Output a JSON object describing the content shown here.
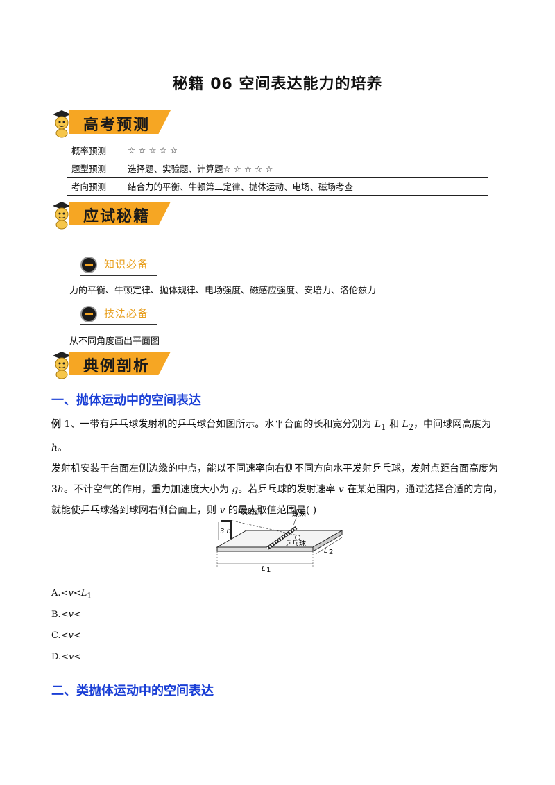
{
  "title": "秘籍 06  空间表达能力的培养",
  "banners": {
    "forecast": "高考预测",
    "secrets": "应试秘籍",
    "examples": "典例剖析"
  },
  "forecast_table": [
    {
      "label": "概率预测",
      "value": "☆ ☆ ☆ ☆ ☆"
    },
    {
      "label": "题型预测",
      "value": "选择题、实验题、计算题☆ ☆ ☆ ☆ ☆"
    },
    {
      "label": "考向预测",
      "value": "结合力的平衡、牛顿第二定律、抛体运动、电场、磁场考查"
    }
  ],
  "knowledge": {
    "heading": "知识必备",
    "text": "力的平衡、牛顿定律、抛体规律、电场强度、磁感应强度、安培力、洛伦兹力"
  },
  "skills": {
    "heading": "技法必备",
    "text": "从不同角度画出平面图"
  },
  "section1": "一、抛体运动中的空间表达",
  "example": {
    "label": "例",
    "number": "1",
    "line1_a": "、一带有乒乓球发射机的乒乓球台如图所示。水平台面的长和宽分别为 ",
    "L1": "L",
    "L1_sub": "1",
    "and": " 和 ",
    "L2": "L",
    "L2_sub": "2",
    "line1_b": "，中间球网高度为 ",
    "h": "h",
    "period": "。",
    "line2": "发射机安装于台面左侧边缘的中点，能以不同速率向右侧不同方向水平发射乒乓球，发射点距台面高度为",
    "line3_a": "3",
    "line3_h": "h",
    "line3_b": "。不计空气的作用，重力加速度大小为 ",
    "g": "g",
    "line3_c": "。若乒乓球的发射速率 ",
    "v": "v",
    "line3_d": " 在某范围内，通过选择合适的方向，",
    "line4_a": "就能使乒乓球落到球网右侧台面上，则 ",
    "line4_v": "v",
    "line4_b": " 的最大取值范围是(        )"
  },
  "figure": {
    "launch_point": "发射点",
    "net": "球网",
    "ball": "乒乓球",
    "height": "3 h",
    "L1": "L",
    "L1_sub": "1",
    "L2": "L",
    "L2_sub": "2"
  },
  "options": [
    {
      "letter": "A.",
      "text": "<",
      "var": "v",
      "rel": "<",
      "tail": "L",
      "tail_sub": "1"
    },
    {
      "letter": "B.",
      "text": "<",
      "var": "v",
      "rel": "<",
      "tail": "",
      "tail_sub": ""
    },
    {
      "letter": "C.",
      "text": "<",
      "var": "v",
      "rel": "<",
      "tail": "",
      "tail_sub": ""
    },
    {
      "letter": "D.",
      "text": "<",
      "var": "v",
      "rel": "<",
      "tail": "",
      "tail_sub": ""
    }
  ],
  "section2": "二、类抛体运动中的空间表达",
  "colors": {
    "accent": "#f6a623",
    "heading_blue": "#1a3fd6"
  }
}
